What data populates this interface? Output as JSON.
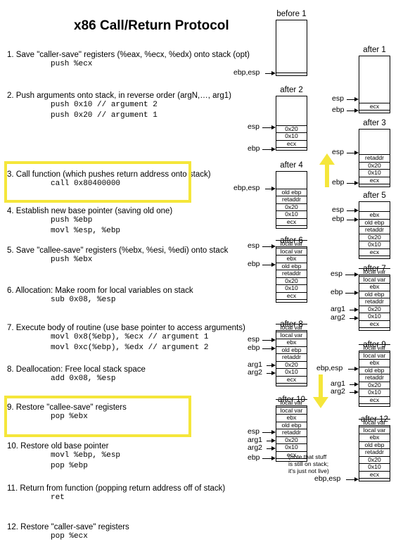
{
  "title": "x86 Call/Return Protocol",
  "steps": [
    {
      "heading": "1. Save \"caller-save\" registers (%eax, %ecx, %edx) onto stack (opt)",
      "code": [
        "push %ecx"
      ]
    },
    {
      "heading": "2. Push arguments onto stack, in reverse order (argN,…, arg1)",
      "code": [
        "push 0x10 // argument 2",
        "push 0x20 // argument 1"
      ]
    },
    {
      "heading": "3. Call function (which pushes return address onto stack)",
      "code": [
        "call 0x80400000"
      ]
    },
    {
      "heading": "4. Establish new base pointer (saving old one)",
      "code": [
        "push %ebp",
        "movl %esp, %ebp"
      ]
    },
    {
      "heading": "5. Save \"callee-save\" registers (%ebx, %esi, %edi) onto stack",
      "code": [
        "push %ebx"
      ]
    },
    {
      "heading": "6. Allocation: Make room for local variables on stack",
      "code": [
        "sub 0x08, %esp"
      ]
    },
    {
      "heading": "7. Execute body of routine (use base pointer to access arguments)",
      "code": [
        "movl 0x8(%ebp), %ecx // argument 1",
        "movl 0xc(%ebp), %edx // argument 2"
      ]
    },
    {
      "heading": "8. Deallocation: Free local stack space",
      "code": [
        "add 0x08, %esp"
      ]
    },
    {
      "heading": "9. Restore \"callee-save\" registers",
      "code": [
        "pop %ebx"
      ]
    },
    {
      "heading": "10. Restore old base pointer",
      "code": [
        "movl %ebp, %esp",
        "pop %ebp"
      ]
    },
    {
      "heading": "11. Return from function (popping return address off of stack)",
      "code": [
        "ret"
      ]
    },
    {
      "heading": "12. Restore \"caller-save\" registers",
      "code": [
        "pop %ecx"
      ]
    }
  ],
  "stacks": [
    {
      "label": "before 1",
      "cells": [],
      "pointers": [
        {
          "text": "ebp,esp"
        }
      ]
    },
    {
      "label": "after 1",
      "cells": [
        "ecx"
      ],
      "pointers": [
        {
          "text": "esp"
        },
        {
          "text": "ebp"
        }
      ]
    },
    {
      "label": "after 2",
      "cells": [
        "0x20",
        "0x10",
        "ecx"
      ],
      "pointers": [
        {
          "text": "esp"
        },
        {
          "text": "ebp"
        }
      ]
    },
    {
      "label": "after 3",
      "cells": [
        "retaddr",
        "0x20",
        "0x10",
        "ecx"
      ],
      "pointers": [
        {
          "text": "esp"
        },
        {
          "text": "ebp"
        }
      ]
    },
    {
      "label": "after 4",
      "cells": [
        "old ebp",
        "retaddr",
        "0x20",
        "0x10",
        "ecx"
      ],
      "pointers": [
        {
          "text": "ebp,esp"
        }
      ]
    },
    {
      "label": "after 5",
      "cells": [
        "ebx",
        "old ebp",
        "retaddr",
        "0x20",
        "0x10",
        "ecx"
      ],
      "pointers": [
        {
          "text": "esp"
        },
        {
          "text": "ebp"
        }
      ]
    },
    {
      "label": "after 6",
      "cells": [
        "local var",
        "local var",
        "ebx",
        "old ebp",
        "retaddr",
        "0x20",
        "0x10",
        "ecx"
      ],
      "pointers": [
        {
          "text": "esp"
        },
        {
          "text": "ebp"
        }
      ]
    },
    {
      "label": "after 7",
      "cells": [
        "local var",
        "local var",
        "ebx",
        "old ebp",
        "retaddr",
        "0x20",
        "0x10",
        "ecx"
      ],
      "pointers": [
        {
          "text": "esp"
        },
        {
          "text": "ebp"
        },
        {
          "text": "arg1"
        },
        {
          "text": "arg2"
        }
      ]
    },
    {
      "label": "after 8",
      "cells": [
        "local var",
        "local var",
        "ebx",
        "old ebp",
        "retaddr",
        "0x20",
        "0x10",
        "ecx"
      ],
      "pointers": [
        {
          "text": "esp"
        },
        {
          "text": "ebp"
        },
        {
          "text": "arg1"
        },
        {
          "text": "arg2"
        }
      ]
    },
    {
      "label": "after 9",
      "cells": [
        "local var",
        "local var",
        "ebx",
        "old ebp",
        "retaddr",
        "0x20",
        "0x10",
        "ecx"
      ],
      "pointers": [
        {
          "text": "ebp,esp"
        },
        {
          "text": "arg1"
        },
        {
          "text": "arg2"
        }
      ]
    },
    {
      "label": "after 10",
      "cells": [
        "local var",
        "local var",
        "ebx",
        "old ebp",
        "retaddr",
        "0x20",
        "0x10",
        "ecx"
      ],
      "pointers": [
        {
          "text": "esp"
        },
        {
          "text": "arg1"
        },
        {
          "text": "arg2"
        },
        {
          "text": "ebp"
        }
      ]
    },
    {
      "label": "after 12",
      "cells": [
        "local var",
        "local var",
        "ebx",
        "old ebp",
        "retaddr",
        "0x20",
        "0x10",
        "ecx"
      ],
      "pointers": [
        {
          "text": "ebp,esp"
        }
      ]
    }
  ],
  "note": [
    "(note that stuff",
    "is still on stack;",
    "it's just not live)"
  ],
  "colors": {
    "highlight": "#f5e63a",
    "arrow": "#f5e63a"
  }
}
